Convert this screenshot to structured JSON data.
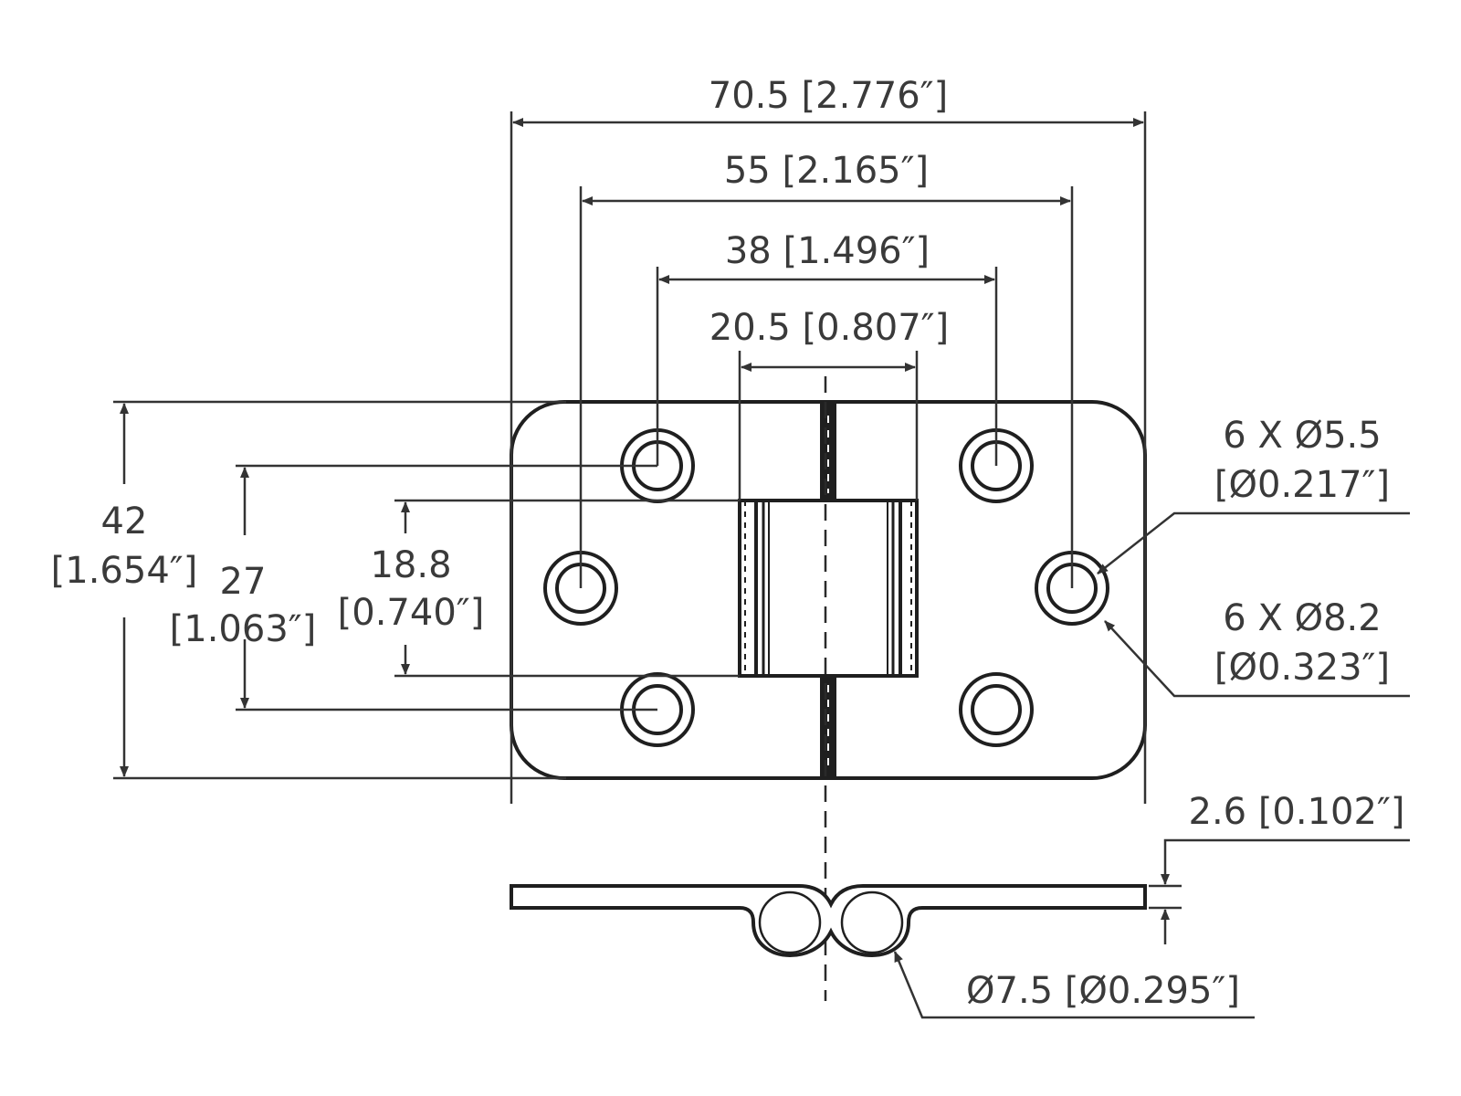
{
  "drawing": {
    "dimensions": {
      "overall_width": "70.5 [2.776″]",
      "outer_hole_spacing": "55 [2.165″]",
      "inner_hole_spacing": "38 [1.496″]",
      "knuckle_width": "20.5 [0.807″]",
      "overall_height_mm": "42",
      "overall_height_in": "[1.654″]",
      "hole_vertical_spacing_mm": "27",
      "hole_vertical_spacing_in": "[1.063″]",
      "knuckle_length_mm": "18.8",
      "knuckle_length_in": "[0.740″]",
      "hole_small_count_dia": "6 X Ø5.5",
      "hole_small_dia_in": "[Ø0.217″]",
      "hole_large_count_dia": "6 X Ø8.2",
      "hole_large_dia_in": "[Ø0.323″]",
      "thickness": "2.6 [0.102″]",
      "pin_diameter": "Ø7.5 [Ø0.295″]"
    }
  }
}
